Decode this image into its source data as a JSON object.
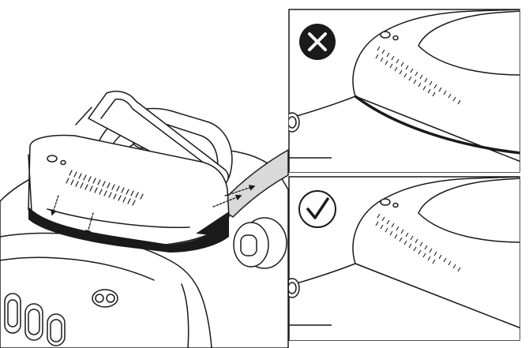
{
  "figure": {
    "panels": [
      {
        "id": "main",
        "kind": "assembly-illustration",
        "icon": ""
      },
      {
        "id": "incorrect",
        "kind": "detail-illustration",
        "icon": "cross-icon"
      },
      {
        "id": "correct",
        "kind": "detail-illustration",
        "icon": "check-icon"
      }
    ],
    "colors": {
      "stroke": "#1a1a1a",
      "fill": "#ffffff",
      "shade": "#d9d9d9",
      "badge": "#1a1a1a",
      "badge_glyph": "#ffffff"
    }
  }
}
